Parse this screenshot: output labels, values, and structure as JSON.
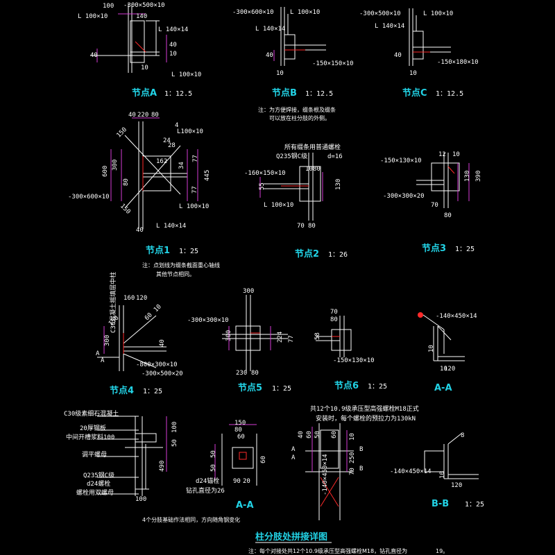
{
  "colors": {
    "background": "#000000",
    "dimension": "#d63bd6",
    "title": "#22d3e6",
    "line": "#ffffff",
    "weld": "#ff2a2a"
  },
  "nodeA": {
    "title": "节点A",
    "scale": "1：12.5",
    "plate1": "-300×500×10",
    "ang1": "L 100×10",
    "ang2": "L 140×14",
    "ang3": "L 100×10",
    "d100": "100",
    "d140": "140",
    "d40": "40",
    "d10": "10",
    "d40b": "40",
    "d10b": "10"
  },
  "nodeB": {
    "title": "节点B",
    "scale": "1：12.5",
    "plate1": "-300×600×10",
    "ang1": "L 100×10",
    "ang2": "L 140×14",
    "plate2": "-150×150×10",
    "d40": "40",
    "d10": "10"
  },
  "nodeC": {
    "title": "节点C",
    "scale": "1：12.5",
    "plate1": "-300×500×10",
    "ang1": "L 100×10",
    "ang2": "L 140×14",
    "plate2": "-150×180×10",
    "d40": "40",
    "d10": "10"
  },
  "noteBC": {
    "line1": "注：为方便焊接，缀条根及缀条",
    "line2": "可以放在柱分肢的外侧。"
  },
  "node1": {
    "title": "节点1",
    "scale": "1：25",
    "plate": "-300×600×10",
    "ang1": "L100×10",
    "ang2": "L 100×10",
    "ang3": "L 140×14",
    "d40a": "40",
    "d220": "220",
    "d80": "80",
    "d600": "600",
    "d300": "300",
    "d80b": "80",
    "d162": "162",
    "d445": "445",
    "d77": "77",
    "d77b": "77",
    "d40": "40",
    "d150": "150",
    "d150b": "150",
    "d34": "34",
    "d24": "24",
    "d28": "28",
    "d4": "4"
  },
  "note1": {
    "line1": "注：点划线为缀条截面重心轴线",
    "line2": "其他节点相同。"
  },
  "node2": {
    "title": "节点2",
    "scale": "1：26",
    "head": "所有缀条用普通螺栓",
    "bolt": "Q235钢C级",
    "boltd": "d=16",
    "plate": "-160×150×10",
    "ang": "L 100×10",
    "d10": "10",
    "d80": "80",
    "d55": "55",
    "d130": "130",
    "d70": "70",
    "d80b": "80"
  },
  "node3": {
    "title": "节点3",
    "scale": "1：25",
    "plate1": "-150×130×10",
    "plate2": "-300×300×20",
    "d12": "12",
    "d10": "10",
    "d70": "70",
    "d80": "80",
    "d130": "130",
    "d390": "390"
  },
  "node4": {
    "title": "节点4",
    "scale": "1：25",
    "side": "C30混凝土摇填层中柱",
    "plate1": "-800×300×10",
    "plate2": "-300×500×20",
    "d160": "160",
    "d120": "120",
    "d300": "300",
    "d40": "40",
    "d150": "150",
    "d60": "60",
    "d10": "10",
    "labelA": "A",
    "labelA2": "A"
  },
  "node5": {
    "title": "节点5",
    "scale": "1：25",
    "plate": "-300×300×10",
    "d300": "300",
    "d300b": "300",
    "d230": "230",
    "d80": "80",
    "d224": "224",
    "d77": "77"
  },
  "node6": {
    "title": "节点6",
    "scale": "1：25",
    "plate": "-150×130×10",
    "d70": "70",
    "d80": "80",
    "d58": "58"
  },
  "sectionAA1": {
    "title": "A-A",
    "plate": "-140×450×14",
    "d10": "10",
    "d120": "120",
    "d10b": "10"
  },
  "foundation": {
    "l1": "C30级素细石混凝土",
    "l2": "20厚钢板",
    "l3": "中间开槽浆料100",
    "l4": "调平螺母",
    "l5": "Q235钢C级",
    "l6": "d24螺栓",
    "l7": "螺栓用双螺母",
    "d100": "100",
    "d490": "490",
    "d50": "50",
    "d100b": "100",
    "note": "4个分肢基础作法相同，方向随角钢变化"
  },
  "sectionAA2": {
    "title": "A-A",
    "d150": "150",
    "d80": "80",
    "d60": "60",
    "d50": "50",
    "d50b": "50",
    "d60b": "60",
    "d90": "90",
    "d20": "20",
    "bolt": "d24锚栓",
    "hole": "钻孔直径为26"
  },
  "splice": {
    "head1": "共12个10.9级承压型高强螺栓M18正式",
    "head2": "安装时，每个螺栓的预拉力为130kN",
    "plate": "-140×450×14",
    "d40": "40",
    "d60": "60",
    "d50": "50",
    "d10": "10",
    "d250": "250",
    "d70": "70",
    "d60b": "60",
    "labelA": "A",
    "labelA2": "A",
    "labelB": "B",
    "labelB2": "B"
  },
  "sectionBB": {
    "title": "B-B",
    "scale": "1：25",
    "plate": "-140×450×14",
    "d8": "8",
    "d10": "10",
    "d120": "120"
  },
  "main": {
    "title": "柱分肢处拼接详图",
    "foot1": "注：每个对接处共12个10.9级承压型高强螺栓M18，钻孔直径为",
    "foot2": "19。"
  }
}
